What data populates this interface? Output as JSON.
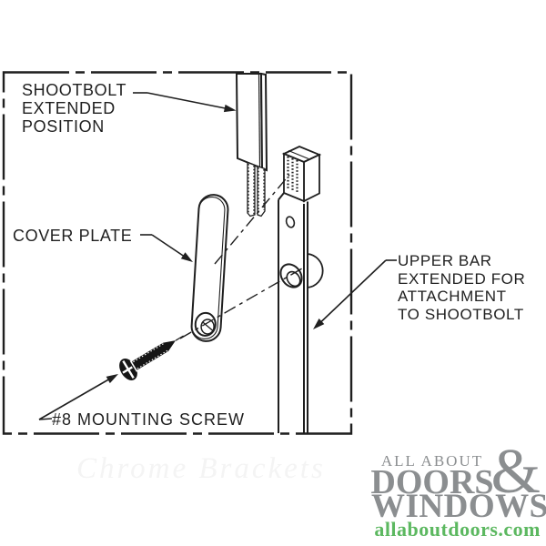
{
  "diagram": {
    "labels": {
      "shootbolt": "SHOOTBOLT\nEXTENDED\nPOSITION",
      "cover_plate": "COVER PLATE",
      "mounting_screw": "#8 MOUNTING SCREW",
      "upper_bar": "UPPER BAR\nEXTENDED FOR\nATTACHMENT\nTO SHOOTBOLT"
    },
    "line_color": "#1f1f1f"
  },
  "watermark": "Chrome Brackets",
  "logo": {
    "line1": "ALL ABOUT",
    "line2": "DOORS",
    "ampersand": "&",
    "line3": "WINDOWS",
    "url": "allaboutdoors.com",
    "gray": "#8b8e90",
    "green": "#5cb860"
  },
  "colors": {
    "background": "#ffffff",
    "watermark": "#f4f4f4"
  }
}
